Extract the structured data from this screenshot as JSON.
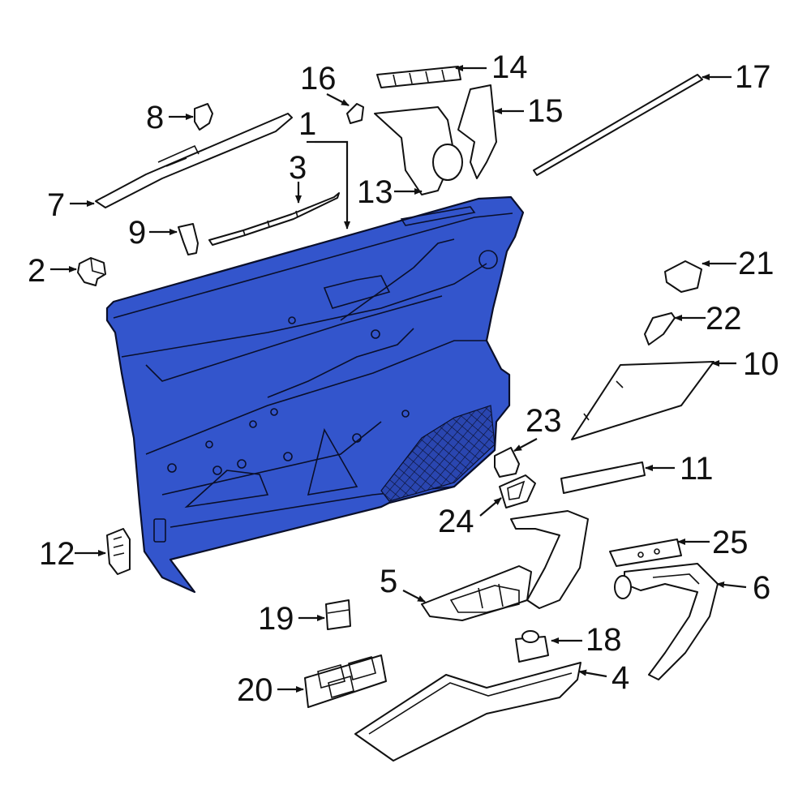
{
  "diagram": {
    "highlight_color": "#3355cc",
    "callouts": [
      "1",
      "2",
      "3",
      "4",
      "5",
      "6",
      "7",
      "8",
      "9",
      "10",
      "11",
      "12",
      "13",
      "14",
      "15",
      "16",
      "17",
      "18",
      "19",
      "20",
      "21",
      "22",
      "23",
      "24",
      "25"
    ]
  }
}
